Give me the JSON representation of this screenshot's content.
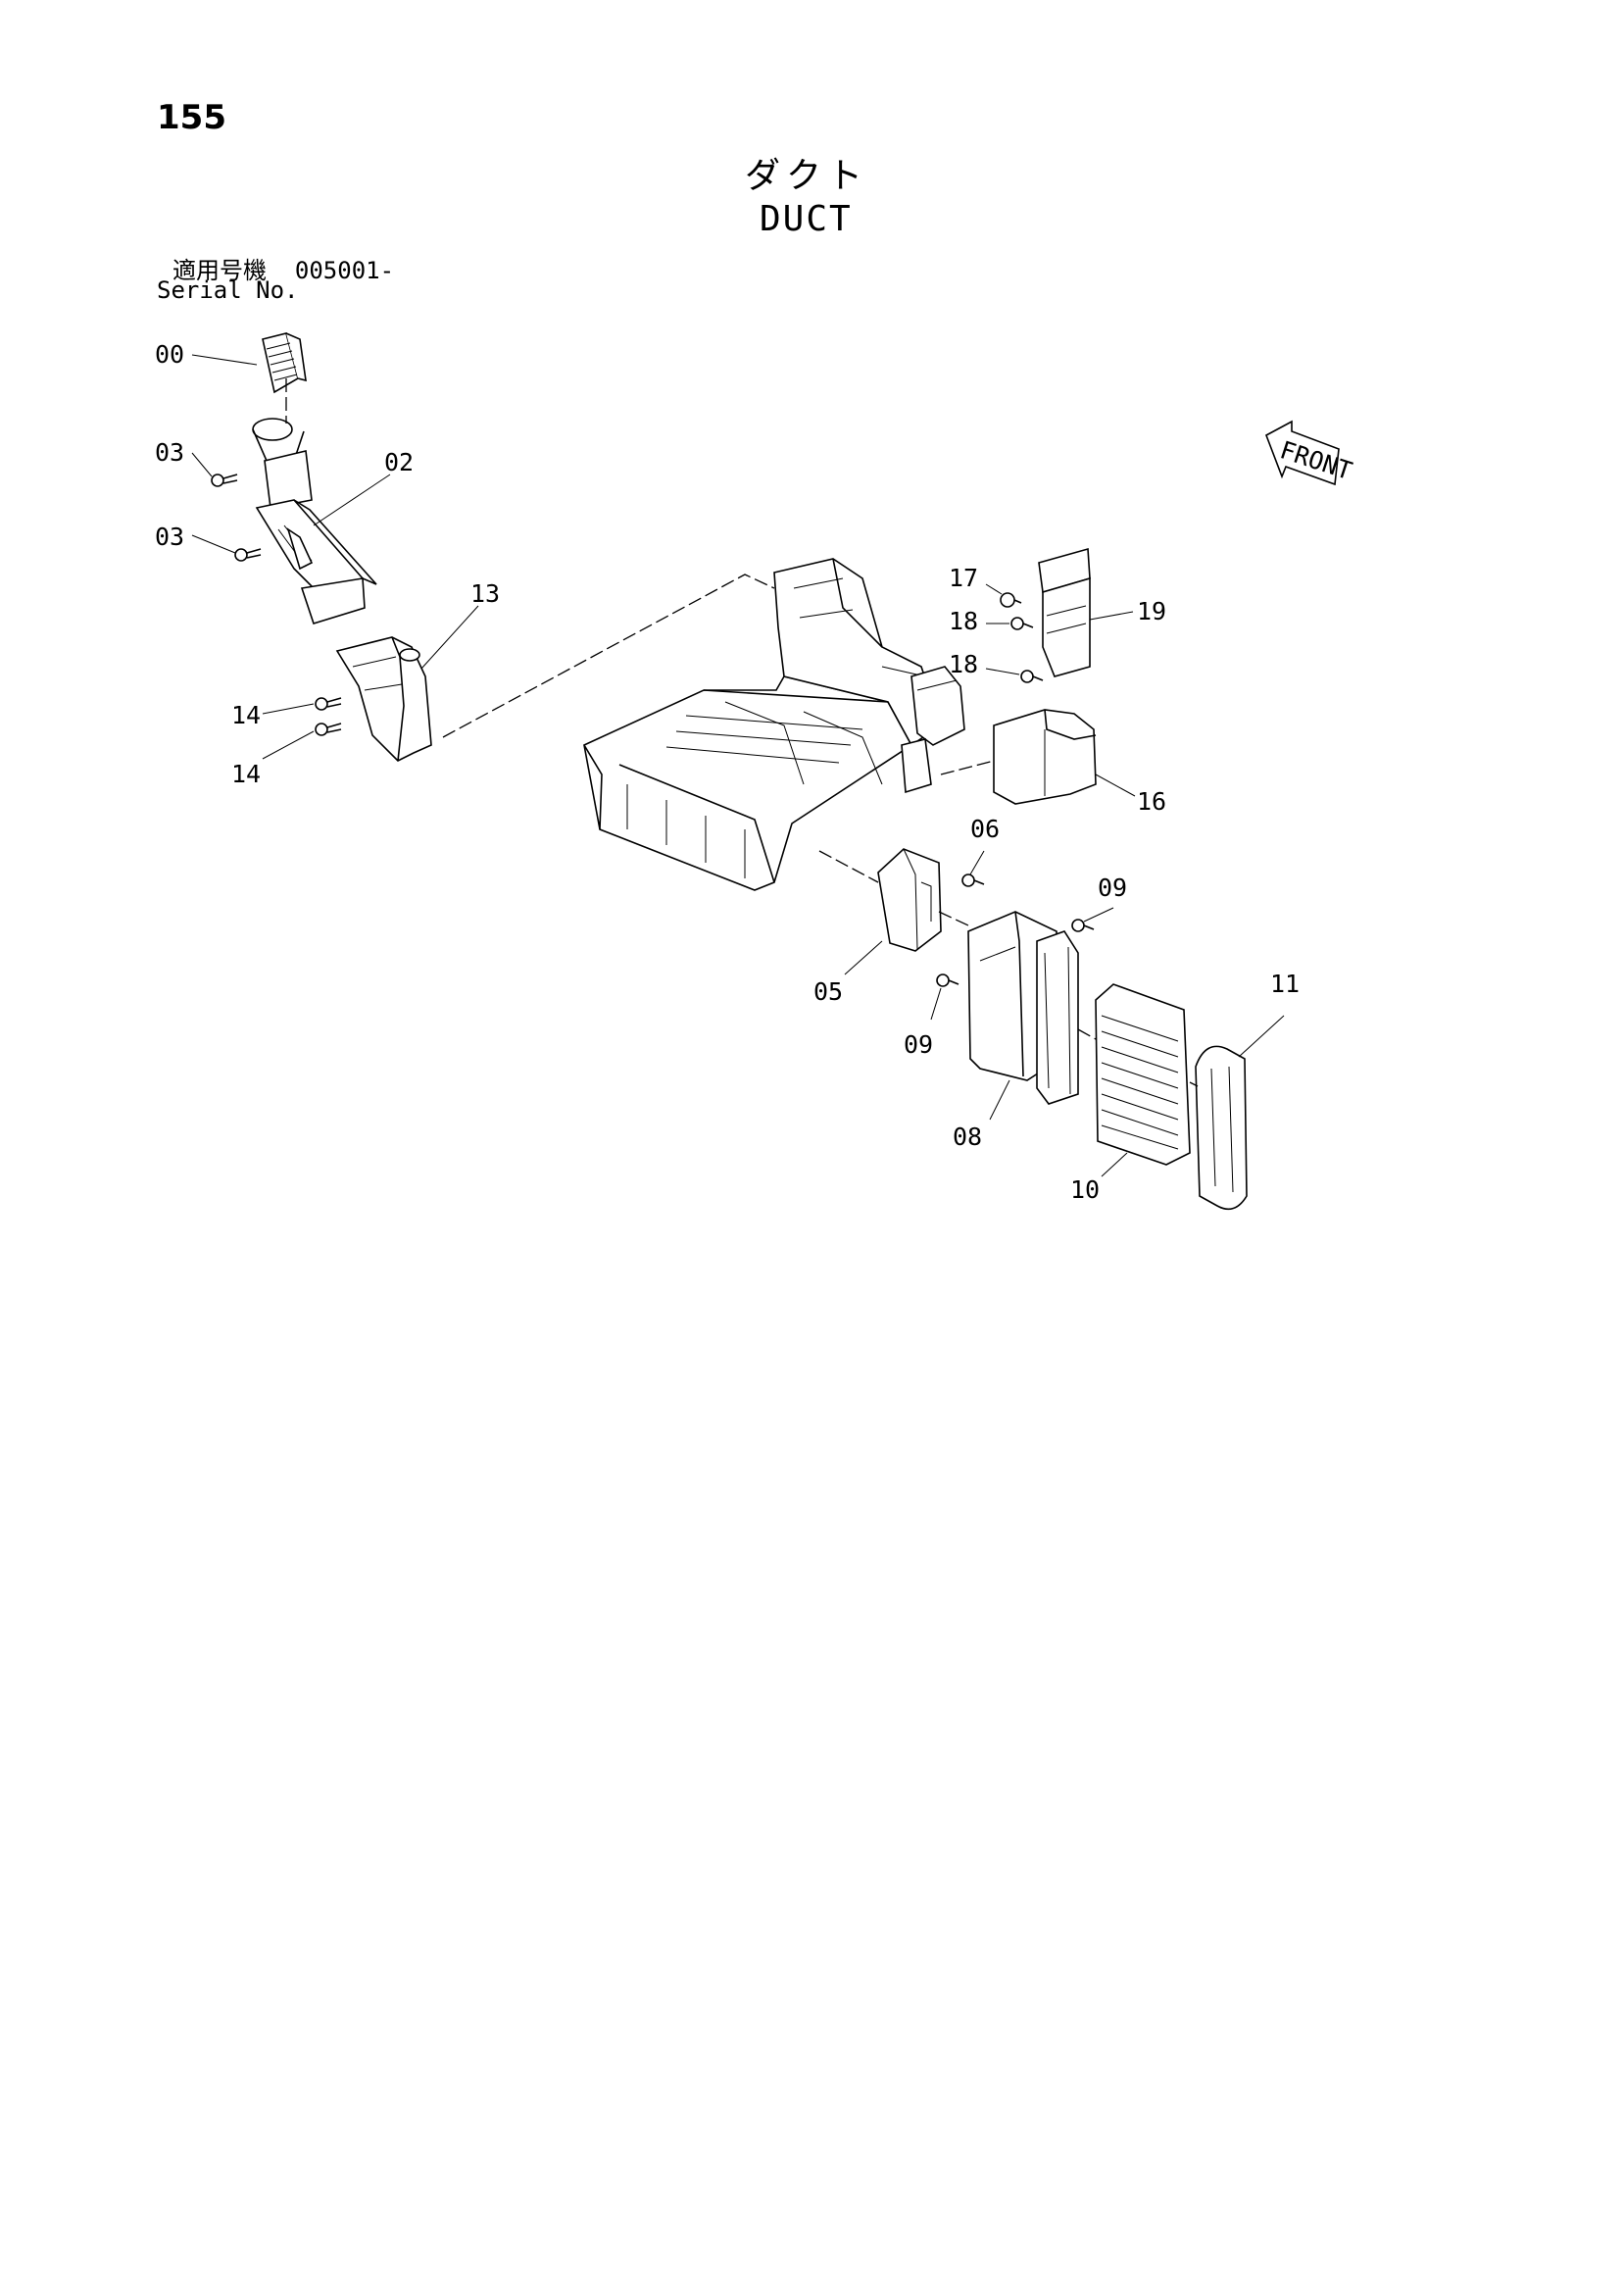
{
  "page_number": "155",
  "title_jp": "ダクト",
  "title_en": "DUCT",
  "serial": {
    "label_jp": "適用号機",
    "range": "005001-",
    "label_en": "Serial No."
  },
  "front_label": "FRONT",
  "callouts": [
    "00",
    "03",
    "02",
    "03",
    "13",
    "14",
    "14",
    "17",
    "18",
    "19",
    "18",
    "16",
    "06",
    "09",
    "05",
    "09",
    "11",
    "08",
    "10"
  ]
}
